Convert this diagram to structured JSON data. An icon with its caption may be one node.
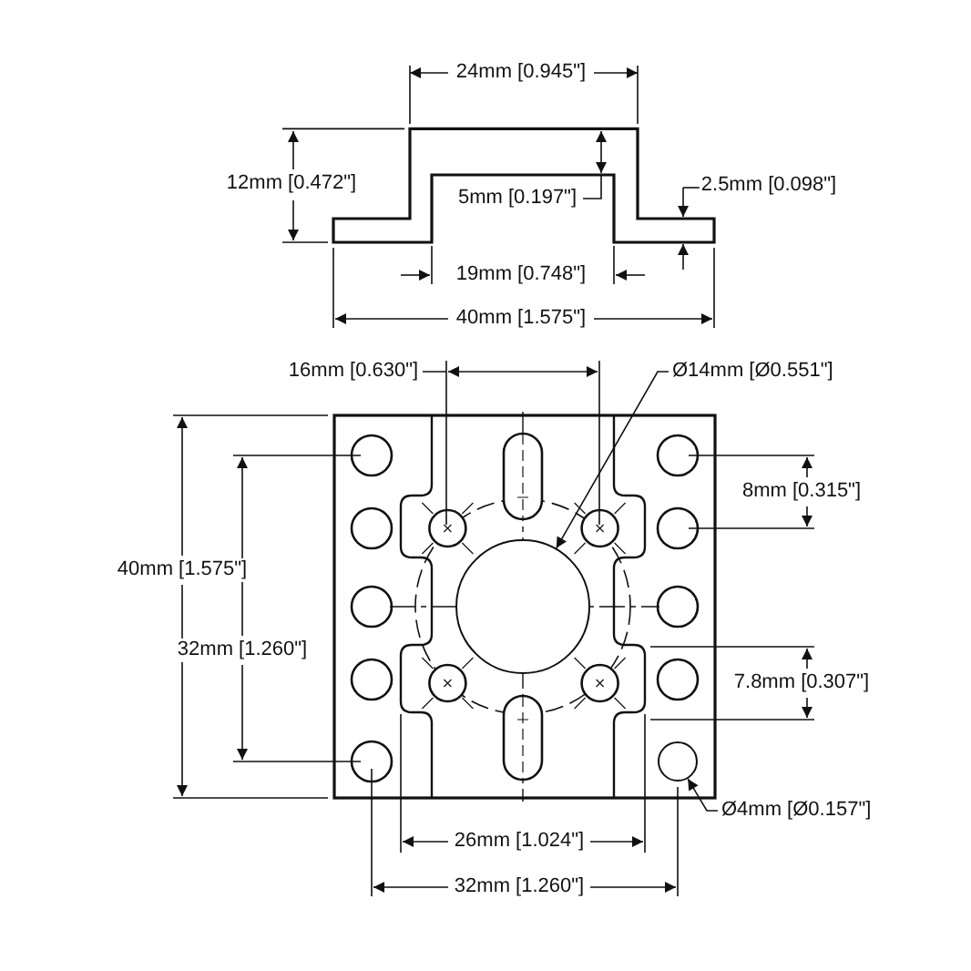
{
  "diagram": {
    "nodes": [
      {
        "text": [
          "Ø14mm [Ø0.551\"]"
        ]
      },
      {
        "text": [],
        "shape": "circle"
      },
      {
        "text": [
          "Ø4mm [Ø0.157\"]"
        ]
      },
      {
        "text": [],
        "shape": "circle"
      }
    ],
    "edges": [
      {
        "from": 0,
        "to": 1,
        "arrow": "to"
      },
      {
        "from": 2,
        "to": 3,
        "arrow": "to"
      }
    ],
    "labels": [
      "24mm [0.945\"]",
      "12mm [0.472\"]",
      "5mm [0.197\"]",
      "2.5mm [0.098\"]",
      "19mm [0.748\"]",
      "40mm [1.575\"]",
      "16mm [0.630\"]",
      "8mm [0.315\"]",
      "40mm [1.575\"]",
      "32mm [1.260\"]",
      "7.8mm [0.307\"]",
      "26mm [1.024\"]",
      "32mm [1.260\"]"
    ]
  }
}
